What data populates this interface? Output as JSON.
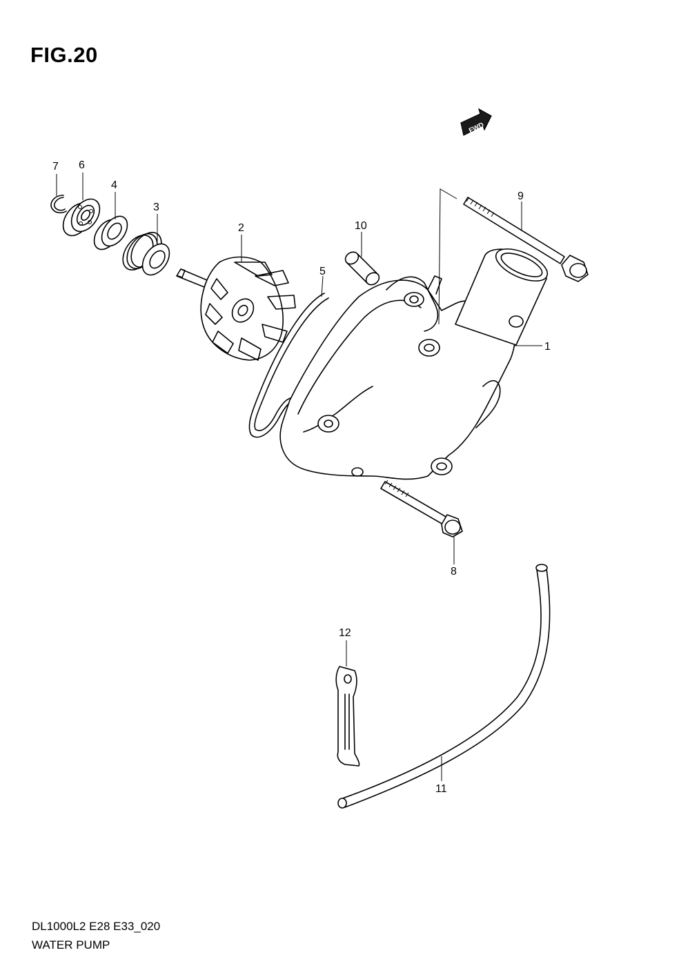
{
  "figure": {
    "title": "FIG.20",
    "fwd_label": "FWD"
  },
  "callouts": {
    "p1": "1",
    "p2": "2",
    "p3": "3",
    "p4": "4",
    "p5": "5",
    "p6": "6",
    "p7": "7",
    "p8": "8",
    "p9": "9",
    "p10": "10",
    "p11": "11",
    "p12": "12"
  },
  "footer": {
    "code": "DL1000L2 E28 E33_020",
    "name": "WATER PUMP"
  }
}
